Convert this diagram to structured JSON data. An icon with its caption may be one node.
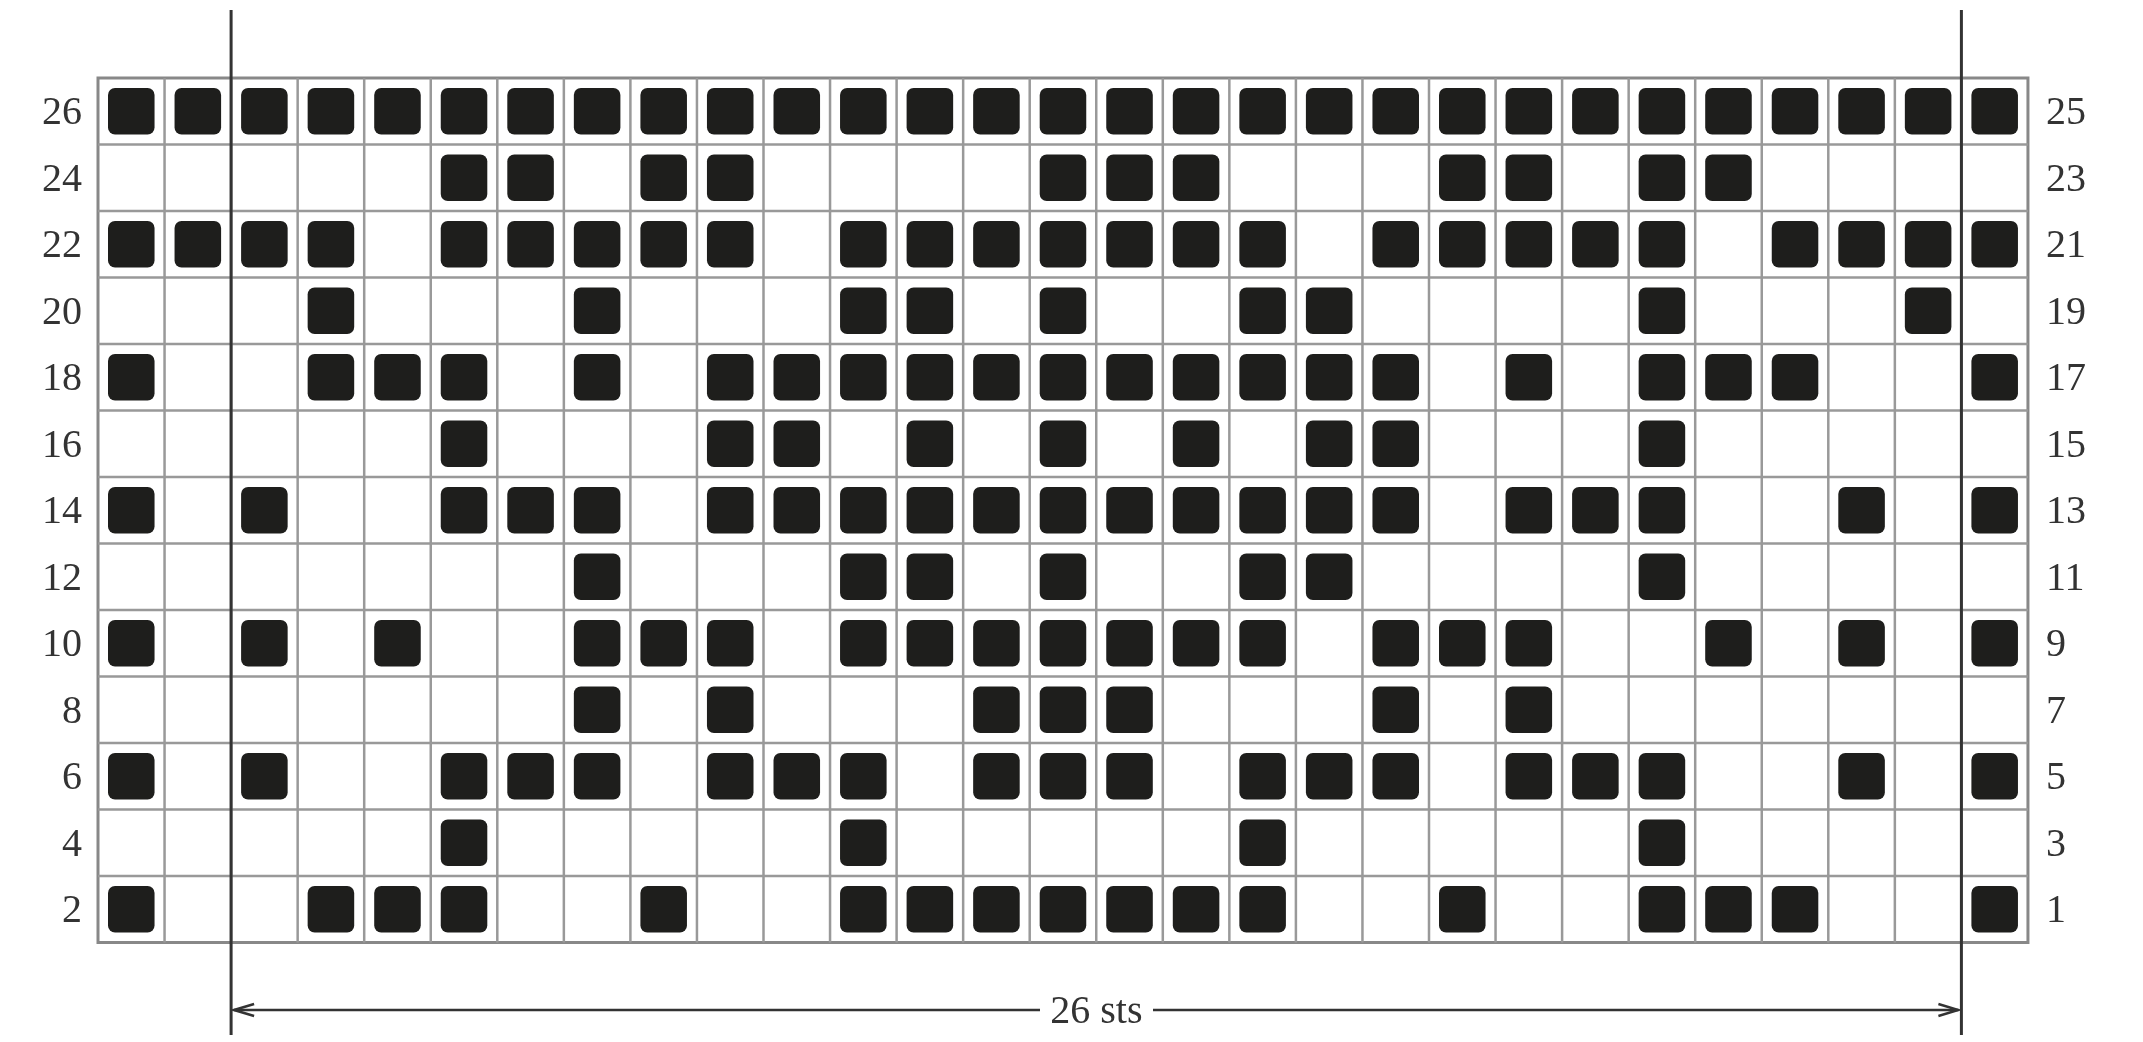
{
  "diagram": {
    "labels": [
      "26",
      "25",
      "24",
      "23",
      "22",
      "21",
      "20",
      "19",
      "18",
      "17",
      "16",
      "15",
      "14",
      "13",
      "12",
      "11",
      "10",
      "9",
      "8",
      "7",
      "6",
      "5",
      "4",
      "3",
      "2",
      "1",
      "26 sts"
    ]
  }
}
